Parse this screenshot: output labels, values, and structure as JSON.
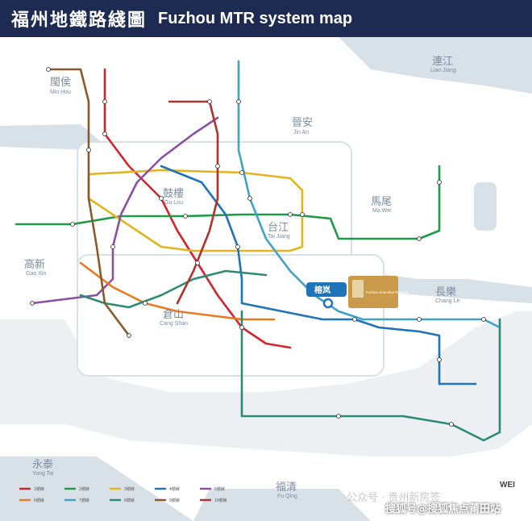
{
  "header": {
    "title_zh": "福州地鐵路綫圖",
    "title_en": "Fuzhou MTR system map"
  },
  "areas": [
    {
      "zh": "閩侯",
      "en": "Min Hou"
    },
    {
      "zh": "連江",
      "en": "Lian Jiang"
    },
    {
      "zh": "晉安",
      "en": "Jin An"
    },
    {
      "zh": "鼓樓",
      "en": "Gu Lou"
    },
    {
      "zh": "台江",
      "en": "Tai Jiang"
    },
    {
      "zh": "馬尾",
      "en": "Ma Wei"
    },
    {
      "zh": "高新",
      "en": "Gao Xin"
    },
    {
      "zh": "倉山",
      "en": "Cang Shan"
    },
    {
      "zh": "長樂",
      "en": "Chang Le"
    },
    {
      "zh": "永泰",
      "en": "Yong Tai"
    },
    {
      "zh": "福清",
      "en": "Fu Qing"
    }
  ],
  "highlight": {
    "station": "榕岚",
    "callout": "Fuzhou Shanshui Property"
  },
  "lines": [
    {
      "id": "l1",
      "color": "#d5232c"
    },
    {
      "id": "l2",
      "color": "#1f9a48"
    },
    {
      "id": "l3",
      "color": "#e2b41e"
    },
    {
      "id": "l4",
      "color": "#1f73b8"
    },
    {
      "id": "l5",
      "color": "#8a4fa2"
    },
    {
      "id": "l6",
      "color": "#e87b22"
    },
    {
      "id": "l7",
      "color": "#3fa2c9"
    },
    {
      "id": "l8",
      "color": "#2e8a74"
    },
    {
      "id": "l9",
      "color": "#8a5a2b"
    },
    {
      "id": "l10",
      "color": "#b2312d"
    }
  ],
  "legend": {
    "entries": [
      "1號線",
      "2號線",
      "3號線",
      "4號線",
      "5號線",
      "6號線",
      "7號線",
      "8號線",
      "9號線",
      "10號線"
    ]
  },
  "watermark": {
    "faded": "公众号 · 贵州新房签",
    "text": "搜狐号@搜狐焦点莆田站",
    "mark": "WEI"
  }
}
